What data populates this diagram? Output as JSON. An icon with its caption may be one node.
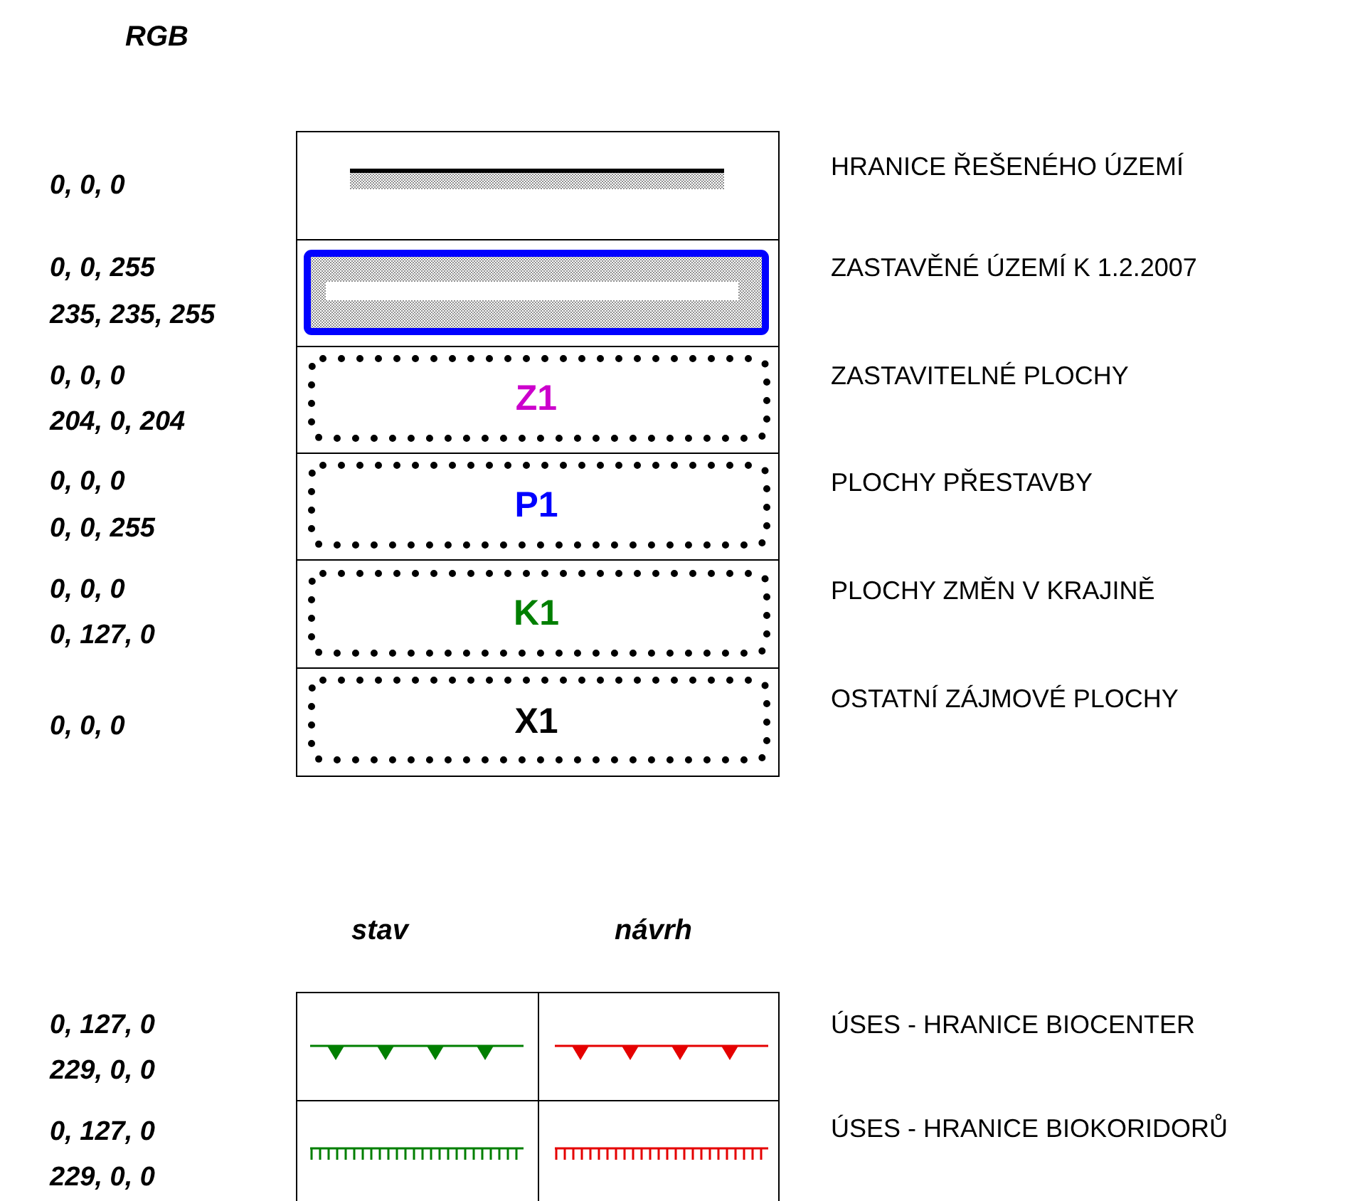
{
  "diagram": {
    "labels": [
      "RGB",
      "0, 0, 0",
      "0, 0, 255",
      "235, 235, 255",
      "0, 0, 0",
      "204, 0, 204",
      "Z1",
      "0, 0, 0",
      "0, 0, 255",
      "P1",
      "0, 0, 0",
      "0, 127, 0",
      "K1",
      "0, 0, 0",
      "X1",
      "stav",
      "návrh",
      "0, 127, 0",
      "229, 0, 0",
      "0, 127, 0",
      "229, 0, 0"
    ],
    "legend": [
      {
        "text": "HRANICE ŘEŠENÉHO ÚZEMÍ"
      },
      {
        "text": "ZASTAVĚNÉ ÚZEMÍ K 1.2.2007"
      },
      {
        "text": "ZASTAVITELNÉ PLOCHY"
      },
      {
        "text": "PLOCHY PŘESTAVBY"
      },
      {
        "text": "PLOCHY ZMĚN V KRAJINĚ"
      },
      {
        "text": "OSTATNÍ ZÁJMOVÉ PLOCHY"
      },
      {
        "text": "ÚSES - HRANICE BIOCENTER"
      },
      {
        "text": "ÚSES - HRANICE BIOKORIDORŮ"
      }
    ]
  }
}
